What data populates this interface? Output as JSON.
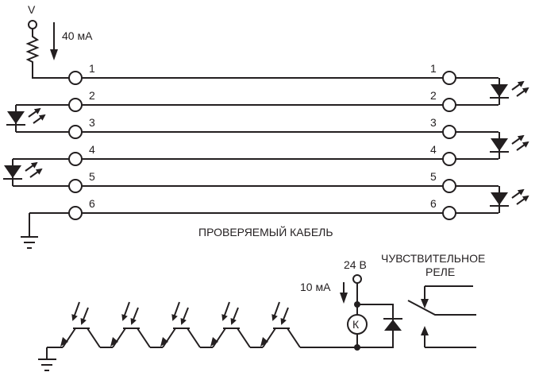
{
  "diagram": {
    "supply_top": {
      "voltage_label": "V",
      "current_label": "40 мА"
    },
    "cable_label": "ПРОВЕРЯЕМЫЙ КАБЕЛЬ",
    "left_terminals": [
      "1",
      "2",
      "3",
      "4",
      "5",
      "6"
    ],
    "right_terminals": [
      "1",
      "2",
      "3",
      "4",
      "5",
      "6"
    ],
    "receiver": {
      "voltage_label": "24 В",
      "current_label": "10 мА",
      "coil_label": "К",
      "relay_label_line1": "ЧУВСТВИТЕЛЬНОЕ",
      "relay_label_line2": "РЕЛЕ",
      "phototransistor_count": 5
    },
    "colors": {
      "ink": "#231f20",
      "background": "#ffffff"
    }
  }
}
